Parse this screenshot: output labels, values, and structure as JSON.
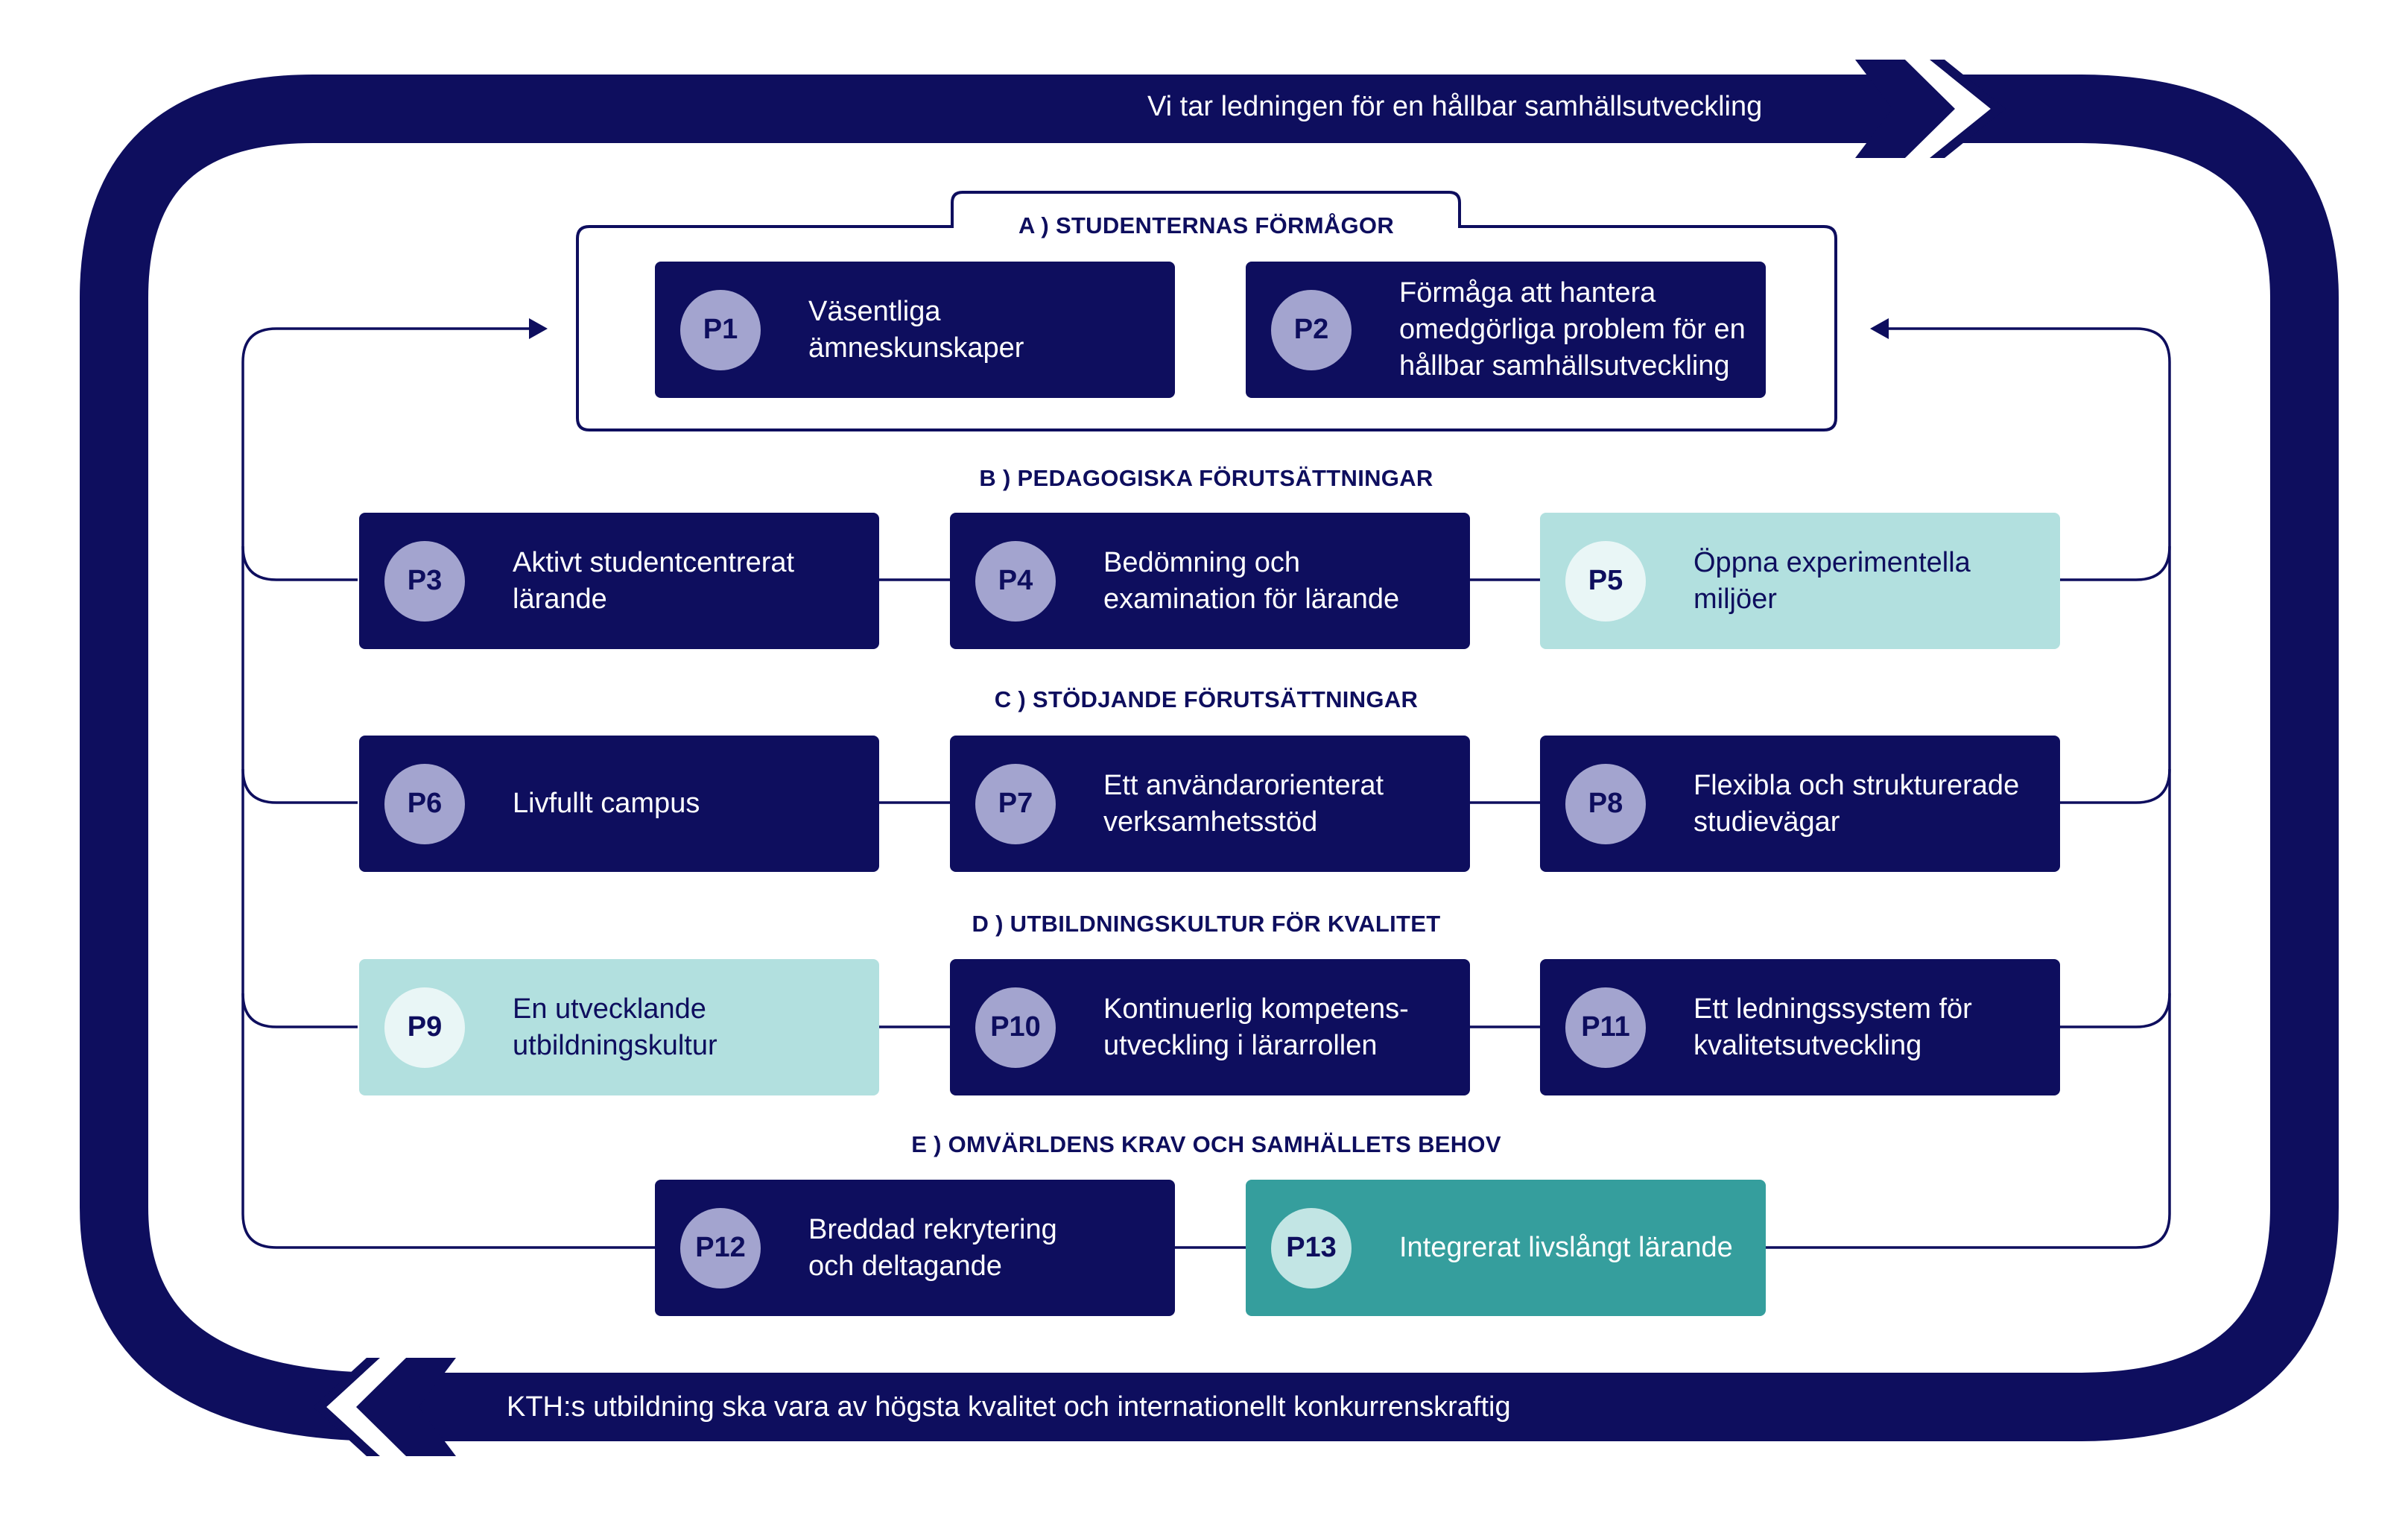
{
  "colors": {
    "navy": "#0e0e5e",
    "light_teal": "#b2e0df",
    "teal": "#359e9d",
    "badge_dark": "#a3a4cf",
    "background": "#ffffff"
  },
  "banner": {
    "top": "Vi tar ledningen för en hållbar samhällsutveckling",
    "bottom": "KTH:s utbildning ska vara av högsta kvalitet och internationellt konkurrenskraftig"
  },
  "sections": {
    "a": "A )  STUDENTERNAS FÖRMÅGOR",
    "b": "B )  PEDAGOGISKA FÖRUTSÄTTNINGAR",
    "c": "C )  STÖDJANDE FÖRUTSÄTTNINGAR",
    "d": "D )  UTBILDNINGSKULTUR FÖR KVALITET",
    "e": "E )  OMVÄRLDENS KRAV OCH SAMHÄLLETS BEHOV"
  },
  "cards": {
    "p1": {
      "code": "P1",
      "text": "Väsentliga\nämneskunskaper"
    },
    "p2": {
      "code": "P2",
      "text": "Förmåga att hantera\nomedgörliga problem för en\nhållbar samhällsutveckling"
    },
    "p3": {
      "code": "P3",
      "text": "Aktivt studentcentrerat\nlärande"
    },
    "p4": {
      "code": "P4",
      "text": "Bedömning och\nexamination för lärande"
    },
    "p5": {
      "code": "P5",
      "text": "Öppna experimentella\nmiljöer"
    },
    "p6": {
      "code": "P6",
      "text": "Livfullt campus"
    },
    "p7": {
      "code": "P7",
      "text": "Ett användarorienterat\nverksamhetsstöd"
    },
    "p8": {
      "code": "P8",
      "text": "Flexibla och strukturerade\nstudievägar"
    },
    "p9": {
      "code": "P9",
      "text": "En utvecklande\nutbildningskultur"
    },
    "p10": {
      "code": "P10",
      "text": "Kontinuerlig kompetens-\nutveckling i lärarrollen"
    },
    "p11": {
      "code": "P11",
      "text": "Ett ledningssystem för\nkvalitetsutveckling"
    },
    "p12": {
      "code": "P12",
      "text": "Breddad rekrytering\noch deltagande"
    },
    "p13": {
      "code": "P13",
      "text": "Integrerat livslångt lärande"
    }
  }
}
